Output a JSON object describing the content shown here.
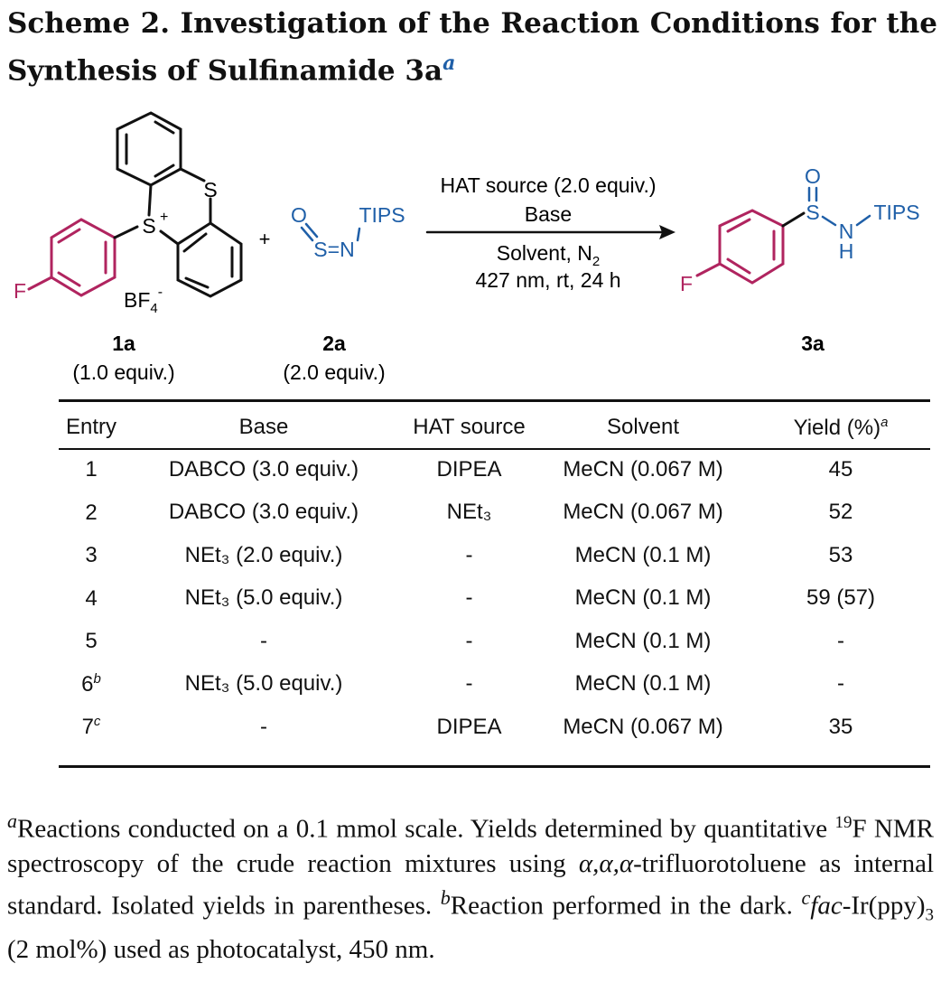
{
  "title": {
    "text": "Scheme 2. Investigation of the Reaction Conditions for the Synthesis of Sulfinamide 3a",
    "footnote_mark": "a"
  },
  "scheme": {
    "reactant1": {
      "label": "1a",
      "equiv": "(1.0 equiv.)",
      "atoms": {
        "s_ring": "S",
        "s_plus": "S",
        "charge_plus": "+",
        "fluorine": "F",
        "counterion": "BF",
        "counterion_sub": "4",
        "counterion_charge": "-"
      }
    },
    "plus": "+",
    "reactant2": {
      "label": "2a",
      "equiv": "(2.0 equiv.)",
      "atoms": {
        "oxygen": "O",
        "sn": "S=N",
        "tips": "TIPS"
      }
    },
    "conditions": {
      "line1": "HAT source (2.0 equiv.)",
      "line2": "Base",
      "line3": "Solvent, N",
      "line3_sub": "2",
      "line4": "427 nm, rt, 24 h"
    },
    "product": {
      "label": "3a",
      "atoms": {
        "oxygen": "O",
        "sulfur": "S",
        "nitrogen": "N",
        "hydrogen": "H",
        "tips": "TIPS",
        "fluorine": "F"
      }
    },
    "colors": {
      "aryl": "#b0245f",
      "reagent": "#1f5fa8"
    }
  },
  "table": {
    "headers": [
      "Entry",
      "Base",
      "HAT source",
      "Solvent",
      "Yield (%)"
    ],
    "yield_header_mark": "a",
    "rows": [
      {
        "entry": "1",
        "note": "",
        "base": "DABCO (3.0 equiv.)",
        "hat": "DIPEA",
        "solvent": "MeCN (0.067 M)",
        "yield": "45"
      },
      {
        "entry": "2",
        "note": "",
        "base": "DABCO (3.0 equiv.)",
        "hat": "NEt₃",
        "solvent": "MeCN (0.067 M)",
        "yield": "52"
      },
      {
        "entry": "3",
        "note": "",
        "base": "NEt₃ (2.0 equiv.)",
        "hat": "-",
        "solvent": "MeCN (0.1 M)",
        "yield": "53"
      },
      {
        "entry": "4",
        "note": "",
        "base": "NEt₃ (5.0 equiv.)",
        "hat": "-",
        "solvent": "MeCN (0.1 M)",
        "yield": "59 (57)"
      },
      {
        "entry": "5",
        "note": "",
        "base": "-",
        "hat": "-",
        "solvent": "MeCN (0.1 M)",
        "yield": "-"
      },
      {
        "entry": "6",
        "note": "b",
        "base": "NEt₃ (5.0 equiv.)",
        "hat": "-",
        "solvent": "MeCN (0.1 M)",
        "yield": "-"
      },
      {
        "entry": "7",
        "note": "c",
        "base": "-",
        "hat": "DIPEA",
        "solvent": "MeCN (0.067 M)",
        "yield": "35"
      }
    ]
  },
  "footnotes": {
    "a_mark": "a",
    "a_text1": "Reactions conducted on a 0.1 mmol scale. Yields determined by quantitative ",
    "a_sup": "19",
    "a_text2": "F NMR spectroscopy of the crude reaction mixtures using ",
    "a_italic": "α,α,α",
    "a_text3": "-trifluorotoluene as internal standard. Isolated yields in parentheses. ",
    "b_mark": "b",
    "b_text": "Reaction performed in the dark. ",
    "c_mark": "c",
    "c_italic": "fac",
    "c_text1": "-Ir(ppy)",
    "c_sub": "3",
    "c_text2": " (2 mol%) used as photocatalyst, 450 nm."
  }
}
